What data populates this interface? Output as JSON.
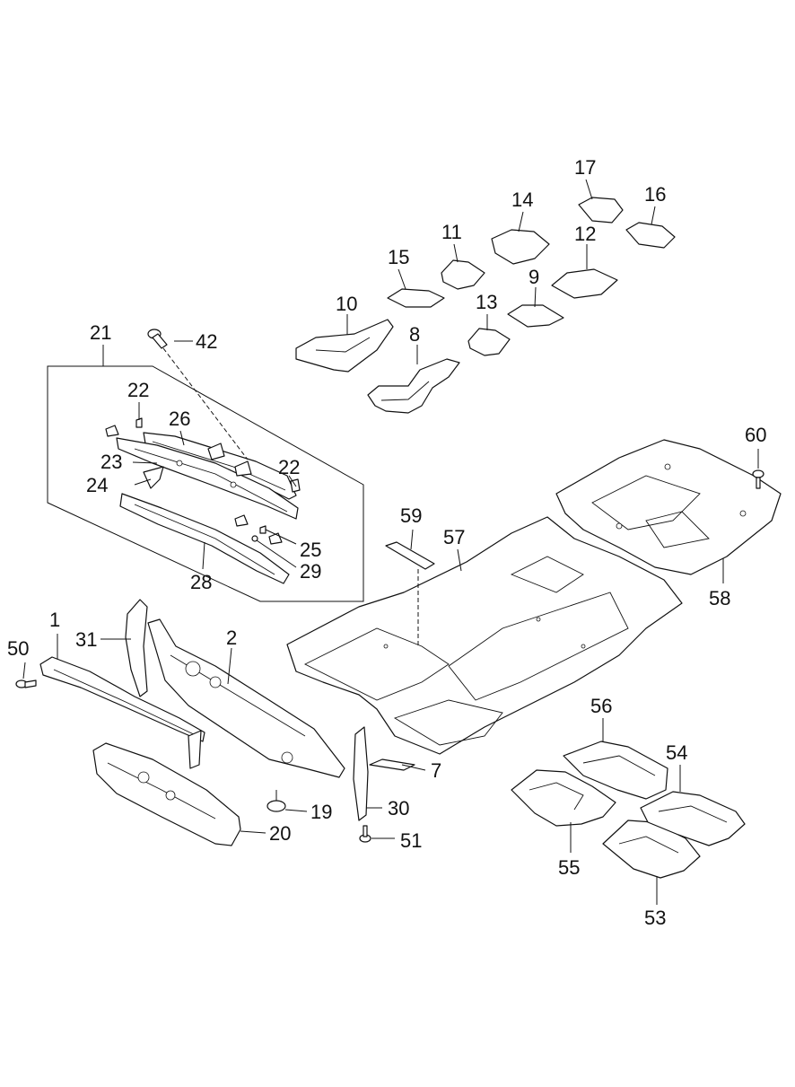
{
  "callouts": [
    {
      "id": "c1",
      "text": "1"
    },
    {
      "id": "c2",
      "text": "2"
    },
    {
      "id": "c7",
      "text": "7"
    },
    {
      "id": "c8",
      "text": "8"
    },
    {
      "id": "c9",
      "text": "9"
    },
    {
      "id": "c10",
      "text": "10"
    },
    {
      "id": "c11",
      "text": "11"
    },
    {
      "id": "c12",
      "text": "12"
    },
    {
      "id": "c13",
      "text": "13"
    },
    {
      "id": "c14",
      "text": "14"
    },
    {
      "id": "c15",
      "text": "15"
    },
    {
      "id": "c16",
      "text": "16"
    },
    {
      "id": "c17",
      "text": "17"
    },
    {
      "id": "c19",
      "text": "19"
    },
    {
      "id": "c20",
      "text": "20"
    },
    {
      "id": "c21",
      "text": "21"
    },
    {
      "id": "c22a",
      "text": "22"
    },
    {
      "id": "c22b",
      "text": "22"
    },
    {
      "id": "c23",
      "text": "23"
    },
    {
      "id": "c24",
      "text": "24"
    },
    {
      "id": "c25",
      "text": "25"
    },
    {
      "id": "c26",
      "text": "26"
    },
    {
      "id": "c28",
      "text": "28"
    },
    {
      "id": "c29",
      "text": "29"
    },
    {
      "id": "c30",
      "text": "30"
    },
    {
      "id": "c31",
      "text": "31"
    },
    {
      "id": "c42",
      "text": "42"
    },
    {
      "id": "c50",
      "text": "50"
    },
    {
      "id": "c51",
      "text": "51"
    },
    {
      "id": "c53",
      "text": "53"
    },
    {
      "id": "c54",
      "text": "54"
    },
    {
      "id": "c55",
      "text": "55"
    },
    {
      "id": "c56",
      "text": "56"
    },
    {
      "id": "c57",
      "text": "57"
    },
    {
      "id": "c58",
      "text": "58"
    },
    {
      "id": "c59",
      "text": "59"
    },
    {
      "id": "c60",
      "text": "60"
    }
  ]
}
